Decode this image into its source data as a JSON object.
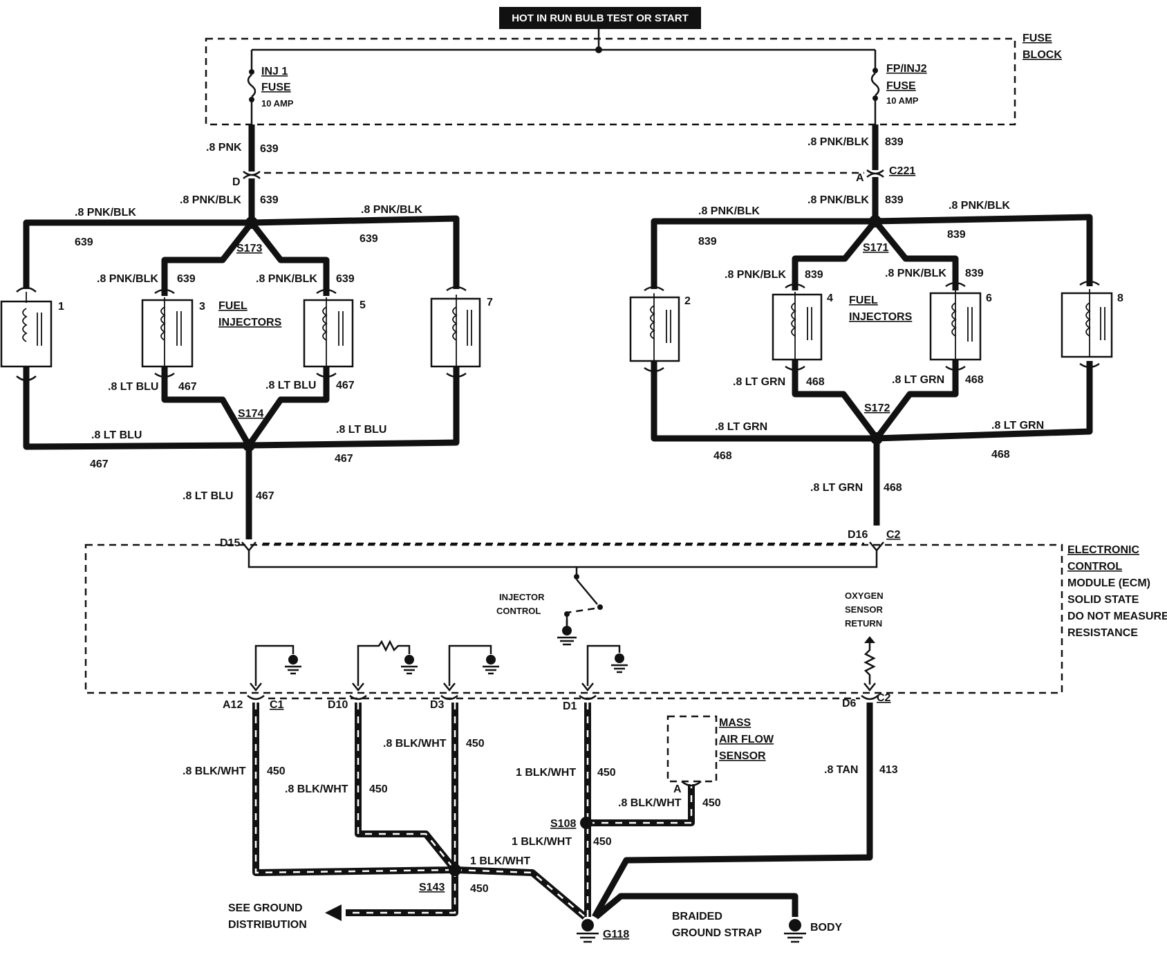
{
  "header": {
    "title": "HOT IN RUN BULB TEST OR START"
  },
  "fuse_block": {
    "title_line1": "FUSE",
    "title_line2": "BLOCK",
    "fuse_left": {
      "name_line1": "INJ 1",
      "name_line2": "FUSE",
      "rating": "10 AMP"
    },
    "fuse_right": {
      "name_line1": "FP/INJ2",
      "name_line2": "FUSE",
      "rating": "10 AMP"
    }
  },
  "connectors": {
    "d": "D",
    "a": "A",
    "c221": "C221",
    "d15": "D15",
    "d16": "D16",
    "c2_top": "C2",
    "a12": "A12",
    "c1": "C1",
    "d10": "D10",
    "d3": "D3",
    "d1": "D1",
    "d6": "D6",
    "c2_bottom": "C2",
    "mass_air_a": "A"
  },
  "splices": {
    "s173": "S173",
    "s174": "S174",
    "s171": "S171",
    "s172": "S172",
    "s108": "S108",
    "s143": "S143",
    "g118": "G118"
  },
  "wires": {
    "pnk": ".8 PNK",
    "pnk_blk": ".8 PNK/BLK",
    "lt_blu": ".8 LT BLU",
    "lt_grn": ".8 LT GRN",
    "blk_wht": ".8 BLK/WHT",
    "blk_wht_1": "1 BLK/WHT",
    "tan": ".8 TAN",
    "c639": "639",
    "c839": "839",
    "c467": "467",
    "c468": "468",
    "c450": "450",
    "c413": "413"
  },
  "injectors": {
    "group_label_line1": "FUEL",
    "group_label_line2": "INJECTORS",
    "n1": "1",
    "n2": "2",
    "n3": "3",
    "n4": "4",
    "n5": "5",
    "n6": "6",
    "n7": "7",
    "n8": "8"
  },
  "ecm": {
    "line1": "ELECTRONIC",
    "line2": "CONTROL",
    "line3": "MODULE (ECM)",
    "line4": "SOLID STATE",
    "line5": "DO NOT MEASURE",
    "line6": "RESISTANCE",
    "injector_control_line1": "INJECTOR",
    "injector_control_line2": "CONTROL",
    "o2_line1": "OXYGEN",
    "o2_line2": "SENSOR",
    "o2_line3": "RETURN"
  },
  "mass_air_flow": {
    "line1": "MASS",
    "line2": "AIR FLOW",
    "line3": "SENSOR"
  },
  "ground": {
    "see_line1": "SEE GROUND",
    "see_line2": "DISTRIBUTION",
    "braided_line1": "BRAIDED",
    "braided_line2": "GROUND STRAP",
    "body": "BODY"
  }
}
